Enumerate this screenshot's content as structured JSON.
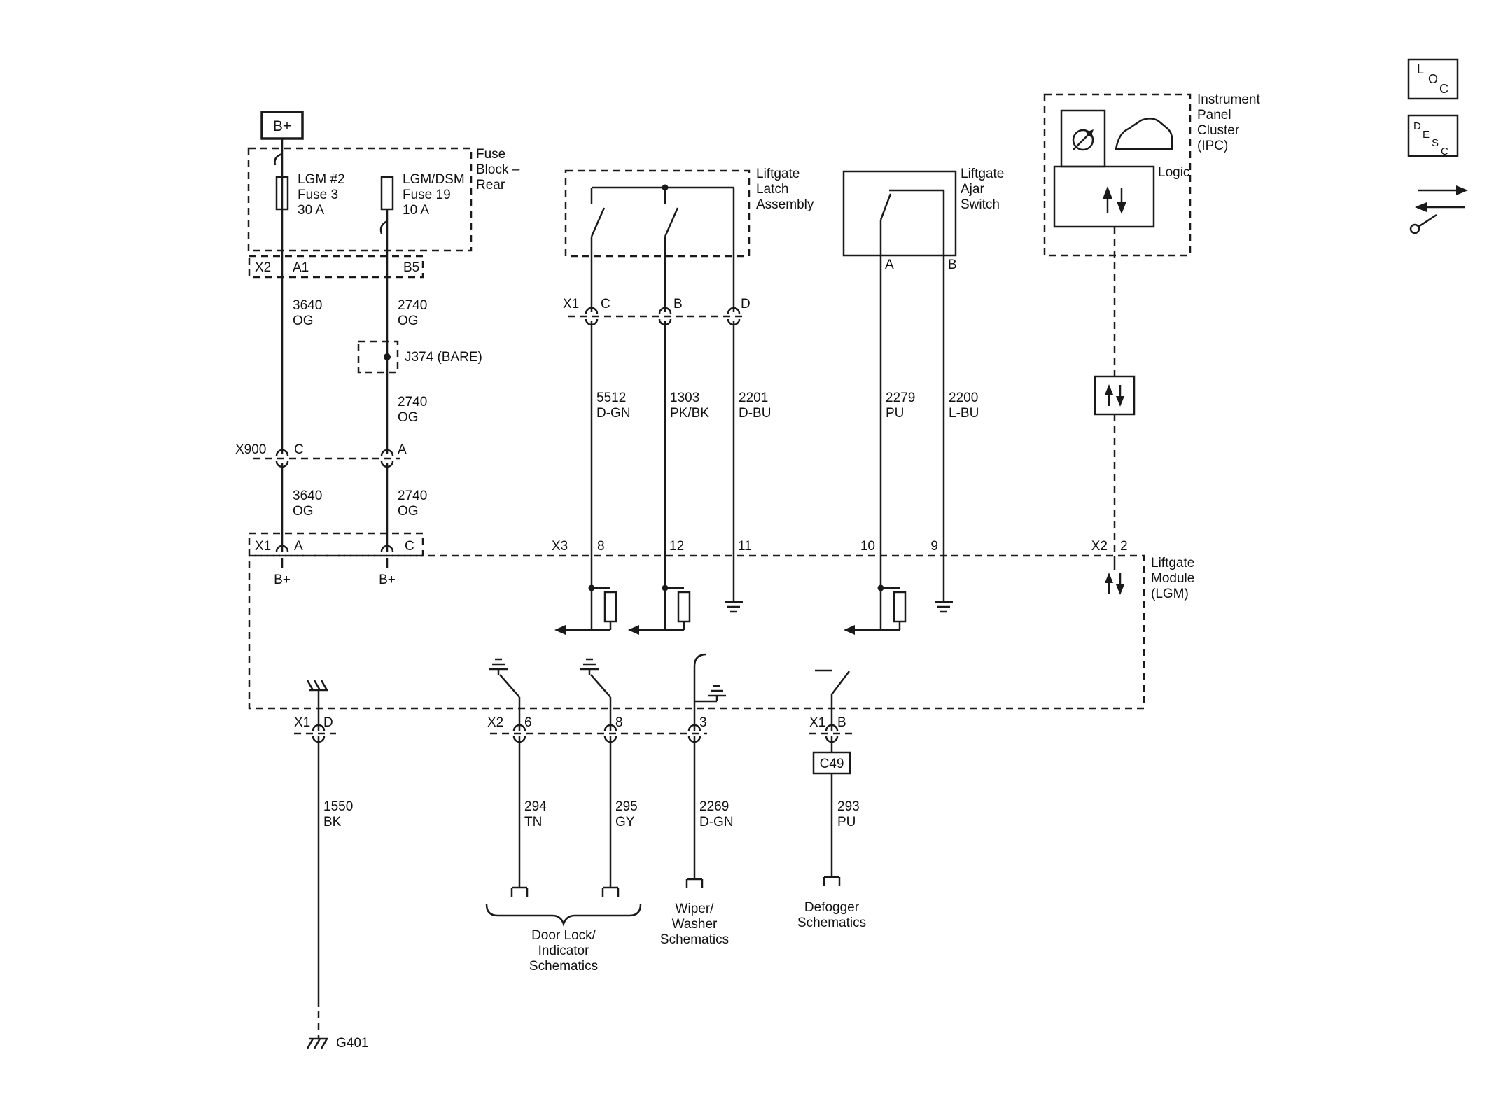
{
  "colors": {
    "ink": "#1a1a1a",
    "background": "#ffffff"
  },
  "legend": {
    "loc": [
      "L",
      "O",
      "C"
    ],
    "desc": [
      "D",
      "E",
      "S",
      "C"
    ]
  },
  "power": {
    "b_plus": "B+",
    "fuse_block_label": [
      "Fuse",
      "Block –",
      "Rear"
    ],
    "fuse_left": [
      "LGM #2",
      "Fuse 3",
      "30 A"
    ],
    "fuse_right": [
      "LGM/DSM",
      "Fuse 19",
      "10 A"
    ],
    "x2": {
      "name": "X2",
      "a1": "A1",
      "b5": "B5"
    },
    "wire_3640_upper": [
      "3640",
      "OG"
    ],
    "wire_2740_upper": [
      "2740",
      "OG"
    ],
    "splice": "J374 (BARE)",
    "wire_2740_mid": [
      "2740",
      "OG"
    ],
    "x900": {
      "name": "X900",
      "c": "C",
      "a": "A"
    },
    "wire_3640_lower": [
      "3640",
      "OG"
    ],
    "wire_2740_lower": [
      "2740",
      "OG"
    ],
    "x1": {
      "name": "X1",
      "a": "A",
      "c": "C"
    },
    "b_plus_internal_left": "B+",
    "b_plus_internal_right": "B+"
  },
  "latch": {
    "label": [
      "Liftgate",
      "Latch",
      "Assembly"
    ],
    "x1": {
      "name": "X1",
      "pins": [
        "C",
        "B",
        "D"
      ]
    },
    "wires": [
      [
        "5512",
        "D-GN"
      ],
      [
        "1303",
        "PK/BK"
      ],
      [
        "2201",
        "D-BU"
      ]
    ],
    "x3": {
      "name": "X3",
      "pins": [
        "8",
        "12",
        "11"
      ]
    }
  },
  "ajar": {
    "label": [
      "Liftgate",
      "Ajar",
      "Switch"
    ],
    "pins": [
      "A",
      "B"
    ],
    "wires": [
      [
        "2279",
        "PU"
      ],
      [
        "2200",
        "L-BU"
      ]
    ],
    "module_pins": [
      "10",
      "9"
    ]
  },
  "ipc": {
    "label": [
      "Instrument",
      "Panel",
      "Cluster",
      "(IPC)"
    ],
    "logic": "Logic",
    "x2": {
      "name": "X2",
      "pin": "2"
    }
  },
  "module_label": [
    "Liftgate",
    "Module",
    "(LGM)"
  ],
  "bottom": {
    "x1d": {
      "name": "X1",
      "pin": "D"
    },
    "wire_1550": [
      "1550",
      "BK"
    ],
    "ground": "G401",
    "x2": {
      "name": "X2",
      "pin6": "6",
      "pin8": "8"
    },
    "wire_294": [
      "294",
      "TN"
    ],
    "wire_295": [
      "295",
      "GY"
    ],
    "door_lock_label": [
      "Door Lock/",
      "Indicator",
      "Schematics"
    ],
    "pin3": "3",
    "wire_2269": [
      "2269",
      "D-GN"
    ],
    "wiper_label": [
      "Wiper/",
      "Washer",
      "Schematics"
    ],
    "x1b": {
      "name": "X1",
      "pin": "B"
    },
    "c49": "C49",
    "wire_293": [
      "293",
      "PU"
    ],
    "defogger_label": [
      "Defogger",
      "Schematics"
    ]
  }
}
